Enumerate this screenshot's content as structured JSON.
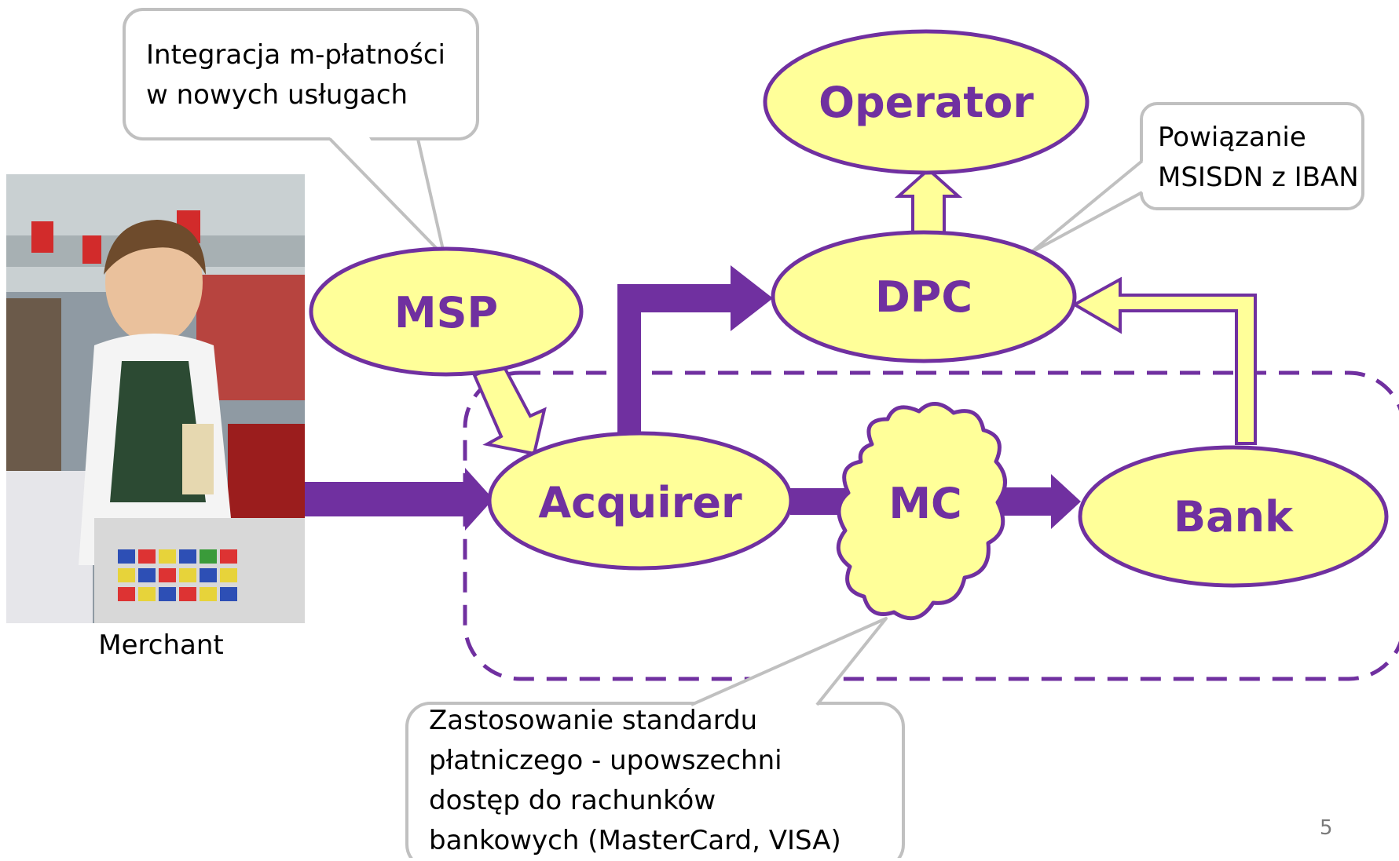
{
  "nodes": {
    "operator": "Operator",
    "dpc": "DPC",
    "msp": "MSP",
    "acquirer": "Acquirer",
    "mc": "MC",
    "bank": "Bank"
  },
  "callouts": {
    "msp_note": [
      "Integracja m-płatności",
      "w nowych usługach"
    ],
    "dpc_note": [
      "Powiązanie",
      "MSISDN z IBAN"
    ],
    "mc_note": [
      "Zastosowanie standardu",
      "płatniczego - upowszechni",
      "dostęp do rachunków",
      "bankowych (MasterCard, VISA)"
    ]
  },
  "merchant": {
    "label": "Merchant",
    "photo_icon": "cashier-photo-icon"
  },
  "page_number": "5",
  "colors": {
    "purple": "#7030a0",
    "node_fill": "#ffff99",
    "callout_border": "#c0c0c0",
    "text_purple": "#7030a0"
  }
}
